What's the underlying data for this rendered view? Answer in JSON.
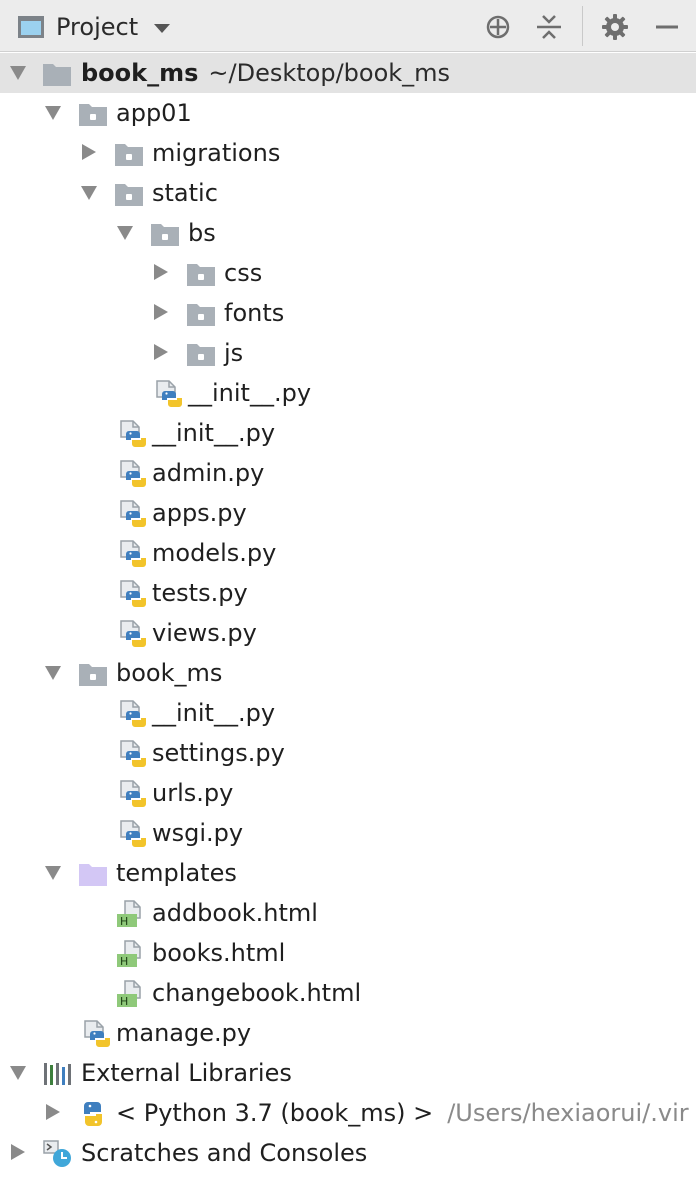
{
  "toolbar": {
    "title": "Project",
    "locate_icon": "crosshair-icon",
    "collapse_icon": "collapse-all-icon",
    "settings_icon": "gear-icon",
    "hide_icon": "minus-icon"
  },
  "tree": {
    "root": {
      "name": "book_ms",
      "path": "~/Desktop/book_ms"
    },
    "items": [
      {
        "label": "app01"
      },
      {
        "label": "migrations"
      },
      {
        "label": "static"
      },
      {
        "label": "bs"
      },
      {
        "label": "css"
      },
      {
        "label": "fonts"
      },
      {
        "label": "js"
      },
      {
        "label": "__init__.py"
      },
      {
        "label": "__init__.py"
      },
      {
        "label": "admin.py"
      },
      {
        "label": "apps.py"
      },
      {
        "label": "models.py"
      },
      {
        "label": "tests.py"
      },
      {
        "label": "views.py"
      },
      {
        "label": "book_ms"
      },
      {
        "label": "__init__.py"
      },
      {
        "label": "settings.py"
      },
      {
        "label": "urls.py"
      },
      {
        "label": "wsgi.py"
      },
      {
        "label": "templates"
      },
      {
        "label": "addbook.html"
      },
      {
        "label": "books.html"
      },
      {
        "label": "changebook.html"
      },
      {
        "label": "manage.py"
      }
    ],
    "external": {
      "label": "External Libraries",
      "python_label": "< Python 3.7 (book_ms) >",
      "python_path": "/Users/hexiaorui/.vir"
    },
    "scratches": {
      "label": "Scratches and Consoles"
    }
  },
  "colors": {
    "folder": "#a9b0b7",
    "templates_folder": "#d3c7f5",
    "html_green": "#8fc97a",
    "python_blue": "#3f7fbf",
    "python_yellow": "#f2c42b",
    "toolbar_bg": "#ececec",
    "root_row_bg": "#e3e3e3"
  }
}
